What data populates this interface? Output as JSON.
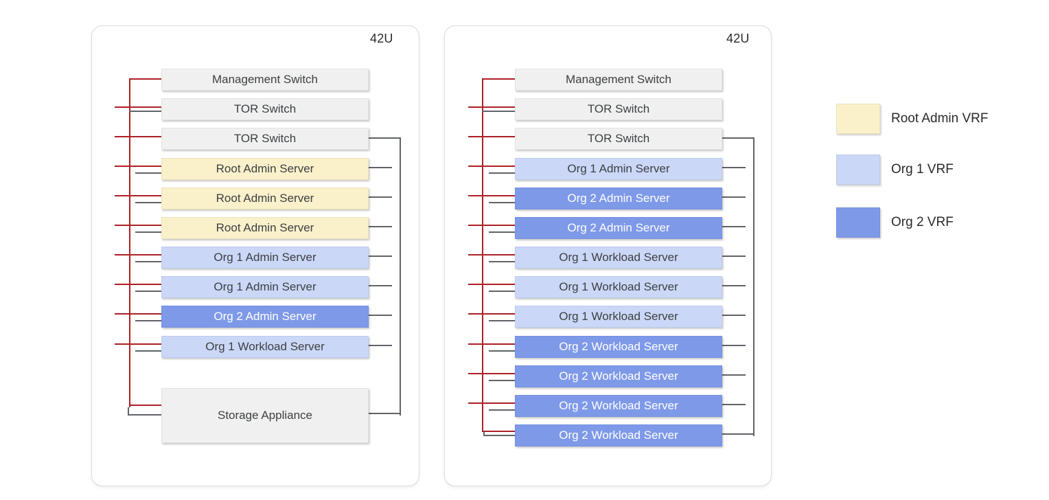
{
  "racks": [
    {
      "capacity_label": "42U",
      "units": [
        {
          "name": "Management Switch",
          "vrf": "none"
        },
        {
          "name": "TOR Switch",
          "vrf": "none"
        },
        {
          "name": "TOR Switch",
          "vrf": "none"
        },
        {
          "name": "Root Admin Server",
          "vrf": "root-admin"
        },
        {
          "name": "Root Admin Server",
          "vrf": "root-admin"
        },
        {
          "name": "Root Admin Server",
          "vrf": "root-admin"
        },
        {
          "name": "Org 1 Admin Server",
          "vrf": "org-1"
        },
        {
          "name": "Org 1 Admin Server",
          "vrf": "org-1"
        },
        {
          "name": "Org 2 Admin Server",
          "vrf": "org-2"
        },
        {
          "name": "Org 1 Workload Server",
          "vrf": "org-1"
        },
        {
          "name": "Storage Appliance",
          "vrf": "none"
        }
      ]
    },
    {
      "capacity_label": "42U",
      "units": [
        {
          "name": "Management Switch",
          "vrf": "none"
        },
        {
          "name": "TOR Switch",
          "vrf": "none"
        },
        {
          "name": "TOR Switch",
          "vrf": "none"
        },
        {
          "name": "Org 1 Admin Server",
          "vrf": "org-1"
        },
        {
          "name": "Org 2 Admin Server",
          "vrf": "org-2"
        },
        {
          "name": "Org 2 Admin Server",
          "vrf": "org-2"
        },
        {
          "name": "Org 1 Workload Server",
          "vrf": "org-1"
        },
        {
          "name": "Org 1 Workload Server",
          "vrf": "org-1"
        },
        {
          "name": "Org 1 Workload Server",
          "vrf": "org-1"
        },
        {
          "name": "Org 2 Workload Server",
          "vrf": "org-2"
        },
        {
          "name": "Org 2 Workload Server",
          "vrf": "org-2"
        },
        {
          "name": "Org 2 Workload Server",
          "vrf": "org-2"
        },
        {
          "name": "Org 2 Workload Server",
          "vrf": "org-2"
        }
      ]
    }
  ],
  "legend": {
    "items": [
      {
        "label": "Root Admin VRF",
        "vrf": "root-admin",
        "color": "#FAF0CA"
      },
      {
        "label": "Org 1 VRF",
        "vrf": "org-1",
        "color": "#CBD7F6"
      },
      {
        "label": "Org 2 VRF",
        "vrf": "org-2",
        "color": "#7E99E8"
      }
    ]
  },
  "colors": {
    "management_network_line": "#AC1F24",
    "data_network_line": "#5F6368",
    "switch_fill": "#F0F0F0",
    "root_admin_fill": "#FAF0CA",
    "org1_fill": "#CBD7F6",
    "org2_fill": "#7E99E8",
    "text": "#3C4043"
  }
}
